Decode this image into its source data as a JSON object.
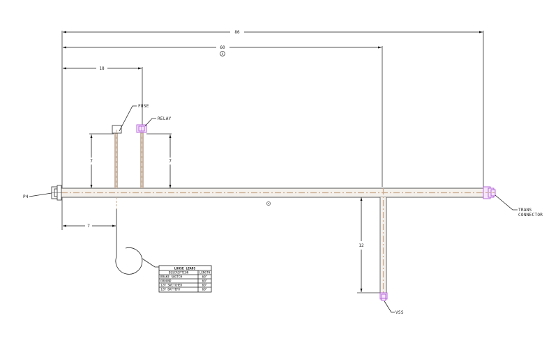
{
  "drawing": {
    "type": "wiring harness layout",
    "colors": {
      "wire_centerline": "#c9a98a",
      "branch_wire": "#c8b5a4",
      "connector_purple": "#b05cd6",
      "line": "#222222",
      "background": "#ffffff"
    },
    "dimensions": {
      "overall": "86",
      "to_vss_branch": "60",
      "to_relay_branch": "18",
      "fuse_branch_height": "7",
      "relay_branch_height": "7",
      "to_loose_leads": "7",
      "vss_branch_length": "12"
    },
    "callouts": {
      "datum_a_top": "A",
      "datum_a_trunk": "A"
    },
    "labels": {
      "fuse": "FUSE",
      "relay": "RELAY",
      "left_connector": "P4",
      "trans_connector_line1": "TRANS",
      "trans_connector_line2": "CONNECTOR",
      "vss": "VSS"
    },
    "loose_leads_table": {
      "title": "LOOSE LEADS",
      "headers": [
        "DESCRIPTION",
        "LENGTH"
      ],
      "rows": [
        {
          "description": "BRAKE SWITCH",
          "length": "60\""
        },
        {
          "description": "GROUND",
          "length": "60\""
        },
        {
          "description": "12V SWITCHED",
          "length": "60\""
        },
        {
          "description": "12V BATTERY",
          "length": "60\""
        }
      ]
    }
  }
}
